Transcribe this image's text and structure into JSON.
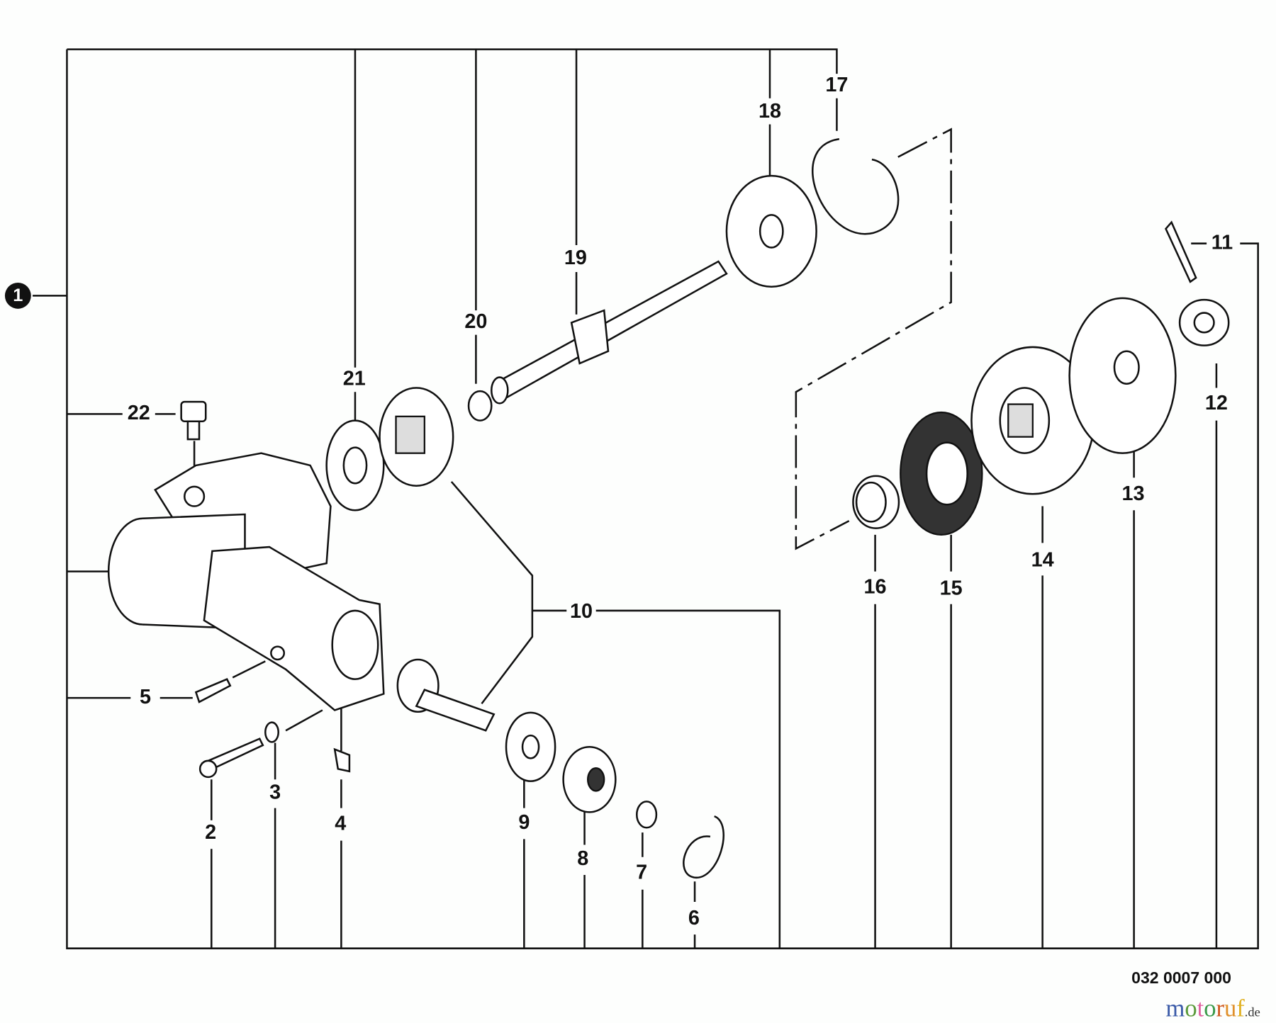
{
  "diagram": {
    "assembly_label": "1",
    "parts": {
      "p2": "2",
      "p3": "3",
      "p4": "4",
      "p5": "5",
      "p6": "6",
      "p7": "7",
      "p8": "8",
      "p9": "9",
      "p10": "10",
      "p11": "11",
      "p12": "12",
      "p13": "13",
      "p14": "14",
      "p15": "15",
      "p16": "16",
      "p17": "17",
      "p18": "18",
      "p19": "19",
      "p20": "20",
      "p21": "21",
      "p22": "22"
    },
    "drawing_code": "032 0007 000"
  },
  "watermark": {
    "text": "motoruf",
    "suffix": ".de"
  }
}
